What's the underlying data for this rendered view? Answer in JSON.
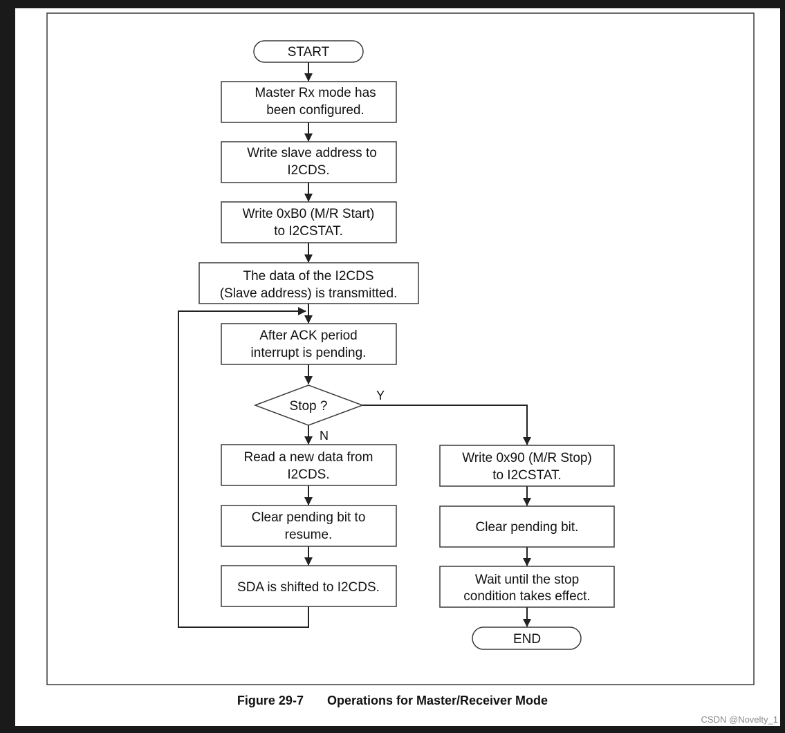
{
  "nodes": {
    "start": "START",
    "configured": [
      "Master Rx mode has",
      "been configured."
    ],
    "write_slave": [
      "Write slave address to",
      "I2CDS."
    ],
    "write_b0": [
      "Write 0xB0 (M/R Start)",
      "to I2CSTAT."
    ],
    "transmitted": [
      "The data of the I2CDS",
      "(Slave address) is transmitted."
    ],
    "ack": [
      "After ACK period",
      "interrupt is pending."
    ],
    "decision": "Stop ?",
    "read_data": [
      "Read a new data from",
      "I2CDS."
    ],
    "clear_resume": [
      "Clear pending bit to",
      "resume."
    ],
    "sda_shift": [
      "SDA is shifted to I2CDS."
    ],
    "write_90": [
      "Write 0x90 (M/R Stop)",
      "to I2CSTAT."
    ],
    "clear_bit": [
      "Clear pending bit."
    ],
    "wait_stop": [
      "Wait until the stop",
      "condition takes effect."
    ],
    "end": "END"
  },
  "labels": {
    "yes": "Y",
    "no": "N"
  },
  "caption": {
    "figure_number": "Figure 29-7",
    "title": "Operations for Master/Receiver Mode"
  },
  "watermark": "CSDN @Novelty_1",
  "colors": {
    "stroke": "#3a3a3a",
    "background": "#1a1a1a",
    "panel": "#ffffff"
  }
}
